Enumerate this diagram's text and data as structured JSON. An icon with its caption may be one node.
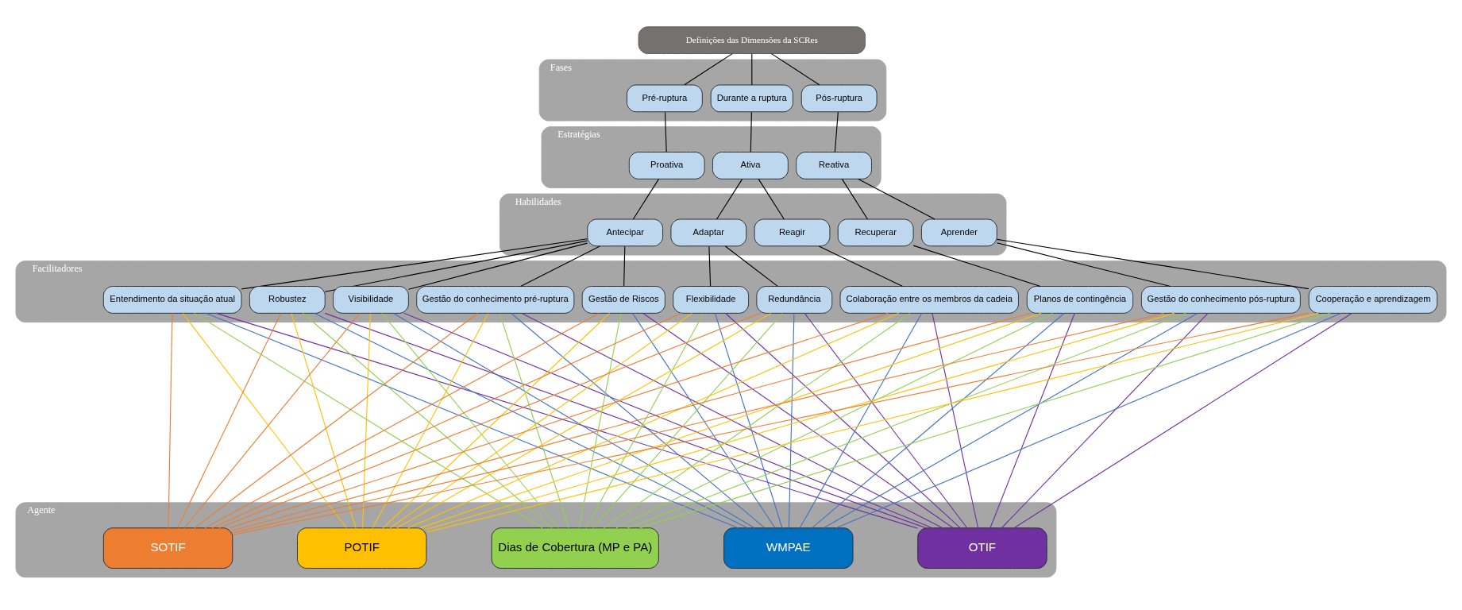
{
  "diagram": {
    "nodes": [
      {
        "text": [
          "Definições das Dimensões da SCRes"
        ]
      },
      {
        "text": [
          "Fases"
        ]
      },
      {
        "text": [
          "Pré-ruptura"
        ],
        "in": 1
      },
      {
        "text": [
          "Durante a ruptura"
        ],
        "in": 1
      },
      {
        "text": [
          "Pós-ruptura"
        ],
        "in": 1
      },
      {
        "text": [
          "Estratégias"
        ]
      },
      {
        "text": [
          "Proativa"
        ],
        "in": 5
      },
      {
        "text": [
          "Ativa"
        ],
        "in": 5
      },
      {
        "text": [
          "Reativa"
        ],
        "in": 5
      },
      {
        "text": [
          "Habilidades"
        ]
      },
      {
        "text": [
          "Antecipar"
        ],
        "in": 9
      },
      {
        "text": [
          "Adaptar"
        ],
        "in": 9
      },
      {
        "text": [
          "Reagir"
        ],
        "in": 9
      },
      {
        "text": [
          "Recuperar"
        ],
        "in": 9
      },
      {
        "text": [
          "Aprender"
        ],
        "in": 9
      },
      {
        "text": [
          "Facilitadores"
        ]
      },
      {
        "text": [
          "Entendimento da situação atual"
        ],
        "in": 15
      },
      {
        "text": [
          "Robustez"
        ],
        "in": 15
      },
      {
        "text": [
          "Visibilidade"
        ],
        "in": 15
      },
      {
        "text": [
          "Gestão do conhecimento pré-ruptura"
        ],
        "in": 15
      },
      {
        "text": [
          "Gestão de Riscos"
        ],
        "in": 15
      },
      {
        "text": [
          "Flexibilidade"
        ],
        "in": 15
      },
      {
        "text": [
          "Redundância"
        ],
        "in": 15
      },
      {
        "text": [
          "Colaboração entre os membros da cadeia"
        ],
        "in": 15
      },
      {
        "text": [
          "Planos de contingência"
        ],
        "in": 15
      },
      {
        "text": [
          "Gestão do conhecimento pós-ruptura"
        ],
        "in": 15
      },
      {
        "text": [
          "Cooperação e aprendizagem"
        ],
        "in": 15
      },
      {
        "text": [
          "Agente"
        ]
      },
      {
        "text": [
          "SOTIF"
        ],
        "in": 27
      },
      {
        "text": [
          "POTIF"
        ],
        "in": 27
      },
      {
        "text": [
          "Dias de Cobertura (MP e PA)"
        ],
        "in": 27
      },
      {
        "text": [
          "WMPAE"
        ],
        "in": 27
      },
      {
        "text": [
          "OTIF"
        ],
        "in": 27
      }
    ],
    "edges": [
      {
        "from": 0,
        "to": 2,
        "arrow": "none"
      },
      {
        "from": 0,
        "to": 3,
        "arrow": "none"
      },
      {
        "from": 0,
        "to": 4,
        "arrow": "none"
      },
      {
        "from": 2,
        "to": 6,
        "arrow": "none"
      },
      {
        "from": 3,
        "to": 7,
        "arrow": "none"
      },
      {
        "from": 4,
        "to": 8,
        "arrow": "none"
      },
      {
        "from": 6,
        "to": 10,
        "arrow": "none"
      },
      {
        "from": 7,
        "to": 11,
        "arrow": "none"
      },
      {
        "from": 7,
        "to": 12,
        "arrow": "none"
      },
      {
        "from": 8,
        "to": 13,
        "arrow": "none"
      },
      {
        "from": 8,
        "to": 14,
        "arrow": "none"
      },
      {
        "from": 10,
        "to": 16,
        "arrow": "none"
      },
      {
        "from": 10,
        "to": 17,
        "arrow": "none"
      },
      {
        "from": 10,
        "to": 18,
        "arrow": "none"
      },
      {
        "from": 10,
        "to": 19,
        "arrow": "none"
      },
      {
        "from": 10,
        "to": 20,
        "arrow": "none"
      },
      {
        "from": 11,
        "to": 21,
        "arrow": "none"
      },
      {
        "from": 11,
        "to": 22,
        "arrow": "none"
      },
      {
        "from": 12,
        "to": 23,
        "arrow": "none"
      },
      {
        "from": 13,
        "to": 24,
        "arrow": "none"
      },
      {
        "from": 14,
        "to": 25,
        "arrow": "none"
      },
      {
        "from": 14,
        "to": 26,
        "arrow": "none"
      },
      {
        "from": 16,
        "to": 28,
        "arrow": "none",
        "color": "#ed7d31"
      },
      {
        "from": 17,
        "to": 28,
        "arrow": "none",
        "color": "#ed7d31"
      },
      {
        "from": 18,
        "to": 28,
        "arrow": "none",
        "color": "#ed7d31"
      },
      {
        "from": 19,
        "to": 28,
        "arrow": "none",
        "color": "#ed7d31"
      },
      {
        "from": 20,
        "to": 28,
        "arrow": "none",
        "color": "#ed7d31"
      },
      {
        "from": 21,
        "to": 28,
        "arrow": "none",
        "color": "#ed7d31"
      },
      {
        "from": 22,
        "to": 28,
        "arrow": "none",
        "color": "#ed7d31"
      },
      {
        "from": 23,
        "to": 28,
        "arrow": "none",
        "color": "#ed7d31"
      },
      {
        "from": 24,
        "to": 28,
        "arrow": "none",
        "color": "#ed7d31"
      },
      {
        "from": 25,
        "to": 28,
        "arrow": "none",
        "color": "#ed7d31"
      },
      {
        "from": 26,
        "to": 28,
        "arrow": "none",
        "color": "#ed7d31"
      },
      {
        "from": 16,
        "to": 29,
        "arrow": "none",
        "color": "#ffc000"
      },
      {
        "from": 17,
        "to": 29,
        "arrow": "none",
        "color": "#ffc000"
      },
      {
        "from": 18,
        "to": 29,
        "arrow": "none",
        "color": "#ffc000"
      },
      {
        "from": 19,
        "to": 29,
        "arrow": "none",
        "color": "#ffc000"
      },
      {
        "from": 20,
        "to": 29,
        "arrow": "none",
        "color": "#ffc000"
      },
      {
        "from": 21,
        "to": 29,
        "arrow": "none",
        "color": "#ffc000"
      },
      {
        "from": 22,
        "to": 29,
        "arrow": "none",
        "color": "#ffc000"
      },
      {
        "from": 23,
        "to": 29,
        "arrow": "none",
        "color": "#ffc000"
      },
      {
        "from": 24,
        "to": 29,
        "arrow": "none",
        "color": "#ffc000"
      },
      {
        "from": 25,
        "to": 29,
        "arrow": "none",
        "color": "#ffc000"
      },
      {
        "from": 26,
        "to": 29,
        "arrow": "none",
        "color": "#ffc000"
      },
      {
        "from": 16,
        "to": 30,
        "arrow": "none",
        "color": "#92d050"
      },
      {
        "from": 17,
        "to": 30,
        "arrow": "none",
        "color": "#92d050"
      },
      {
        "from": 18,
        "to": 30,
        "arrow": "none",
        "color": "#92d050"
      },
      {
        "from": 19,
        "to": 30,
        "arrow": "none",
        "color": "#92d050"
      },
      {
        "from": 20,
        "to": 30,
        "arrow": "none",
        "color": "#92d050"
      },
      {
        "from": 21,
        "to": 30,
        "arrow": "none",
        "color": "#92d050"
      },
      {
        "from": 22,
        "to": 30,
        "arrow": "none",
        "color": "#92d050"
      },
      {
        "from": 23,
        "to": 30,
        "arrow": "none",
        "color": "#92d050"
      },
      {
        "from": 24,
        "to": 30,
        "arrow": "none",
        "color": "#92d050"
      },
      {
        "from": 25,
        "to": 30,
        "arrow": "none",
        "color": "#92d050"
      },
      {
        "from": 26,
        "to": 30,
        "arrow": "none",
        "color": "#92d050"
      },
      {
        "from": 16,
        "to": 31,
        "arrow": "none",
        "color": "#4472c4"
      },
      {
        "from": 17,
        "to": 31,
        "arrow": "none",
        "color": "#4472c4"
      },
      {
        "from": 18,
        "to": 31,
        "arrow": "none",
        "color": "#4472c4"
      },
      {
        "from": 19,
        "to": 31,
        "arrow": "none",
        "color": "#4472c4"
      },
      {
        "from": 20,
        "to": 31,
        "arrow": "none",
        "color": "#4472c4"
      },
      {
        "from": 21,
        "to": 31,
        "arrow": "none",
        "color": "#4472c4"
      },
      {
        "from": 22,
        "to": 31,
        "arrow": "none",
        "color": "#4472c4"
      },
      {
        "from": 23,
        "to": 31,
        "arrow": "none",
        "color": "#4472c4"
      },
      {
        "from": 24,
        "to": 31,
        "arrow": "none",
        "color": "#4472c4"
      },
      {
        "from": 25,
        "to": 31,
        "arrow": "none",
        "color": "#4472c4"
      },
      {
        "from": 26,
        "to": 31,
        "arrow": "none",
        "color": "#4472c4"
      },
      {
        "from": 16,
        "to": 32,
        "arrow": "none",
        "color": "#7030a0"
      },
      {
        "from": 17,
        "to": 32,
        "arrow": "none",
        "color": "#7030a0"
      },
      {
        "from": 18,
        "to": 32,
        "arrow": "none",
        "color": "#7030a0"
      },
      {
        "from": 19,
        "to": 32,
        "arrow": "none",
        "color": "#7030a0"
      },
      {
        "from": 20,
        "to": 32,
        "arrow": "none",
        "color": "#7030a0"
      },
      {
        "from": 21,
        "to": 32,
        "arrow": "none",
        "color": "#7030a0"
      },
      {
        "from": 22,
        "to": 32,
        "arrow": "none",
        "color": "#7030a0"
      },
      {
        "from": 23,
        "to": 32,
        "arrow": "none",
        "color": "#7030a0"
      },
      {
        "from": 24,
        "to": 32,
        "arrow": "none",
        "color": "#7030a0"
      },
      {
        "from": 25,
        "to": 32,
        "arrow": "none",
        "color": "#7030a0"
      },
      {
        "from": 26,
        "to": 32,
        "arrow": "none",
        "color": "#7030a0"
      }
    ]
  }
}
